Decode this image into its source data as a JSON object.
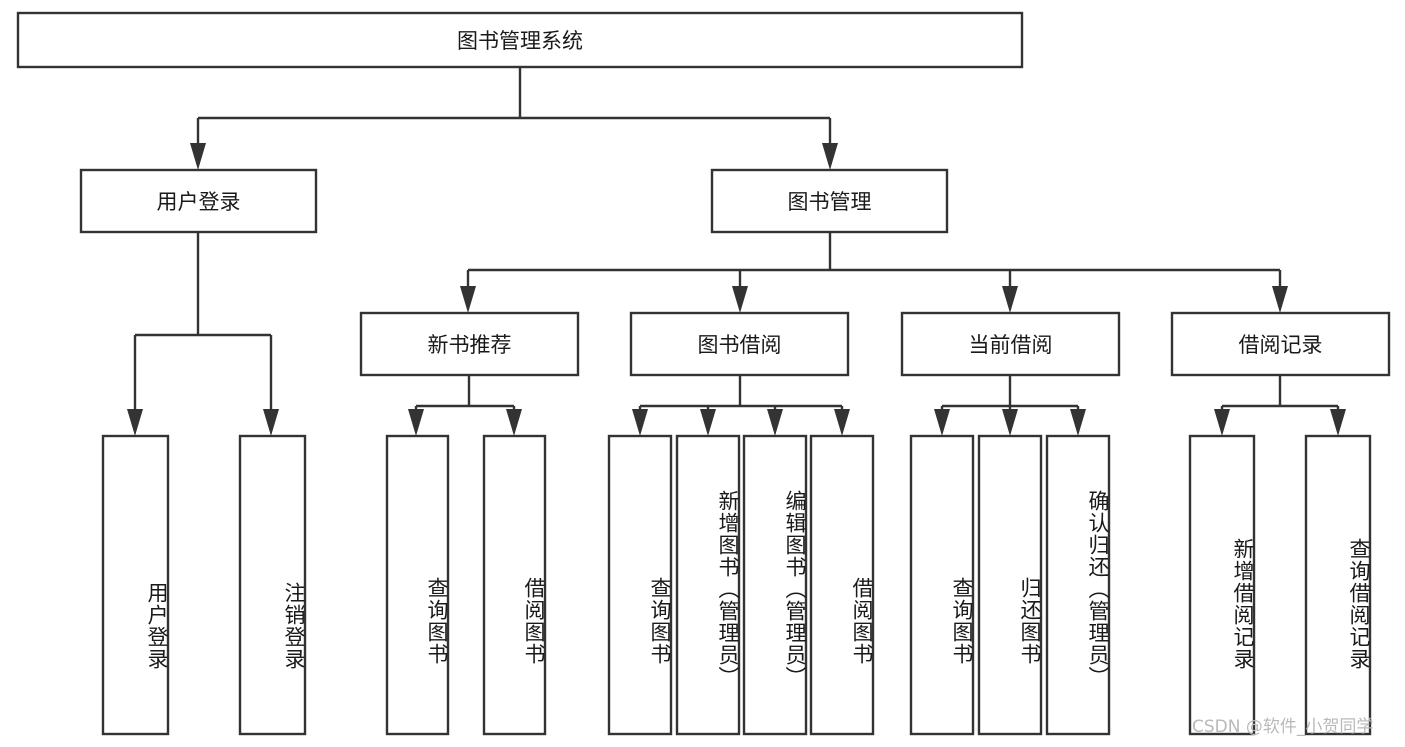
{
  "diagram": {
    "type": "tree-hierarchy-function-chart",
    "root": {
      "label": "图书管理系统"
    },
    "level2": [
      {
        "label": "用户登录"
      },
      {
        "label": "图书管理"
      }
    ],
    "level3": [
      {
        "label": "新书推荐"
      },
      {
        "label": "图书借阅"
      },
      {
        "label": "当前借阅"
      },
      {
        "label": "借阅记录"
      }
    ],
    "leaves": {
      "user_login": [
        {
          "label": "用户登录"
        },
        {
          "label": "注销登录"
        }
      ],
      "new_book_recommend": [
        {
          "label": "查询图书"
        },
        {
          "label": "借阅图书"
        }
      ],
      "book_borrow": [
        {
          "label": "查询图书"
        },
        {
          "label": "新增图书（管理员）"
        },
        {
          "label": "编辑图书（管理员）"
        },
        {
          "label": "借阅图书"
        }
      ],
      "current_borrow": [
        {
          "label": "查询图书"
        },
        {
          "label": "归还图书"
        },
        {
          "label": "确认归还（管理员）"
        }
      ],
      "borrow_record": [
        {
          "label": "新增借阅记录"
        },
        {
          "label": "查询借阅记录"
        }
      ]
    }
  },
  "watermark": {
    "text": "CSDN @软件_小贺同学"
  },
  "colors": {
    "box_stroke": "#333333",
    "box_fill": "#ffffff",
    "text": "#1a1a1a",
    "watermark": "#b9b9b9",
    "background": "#ffffff"
  }
}
